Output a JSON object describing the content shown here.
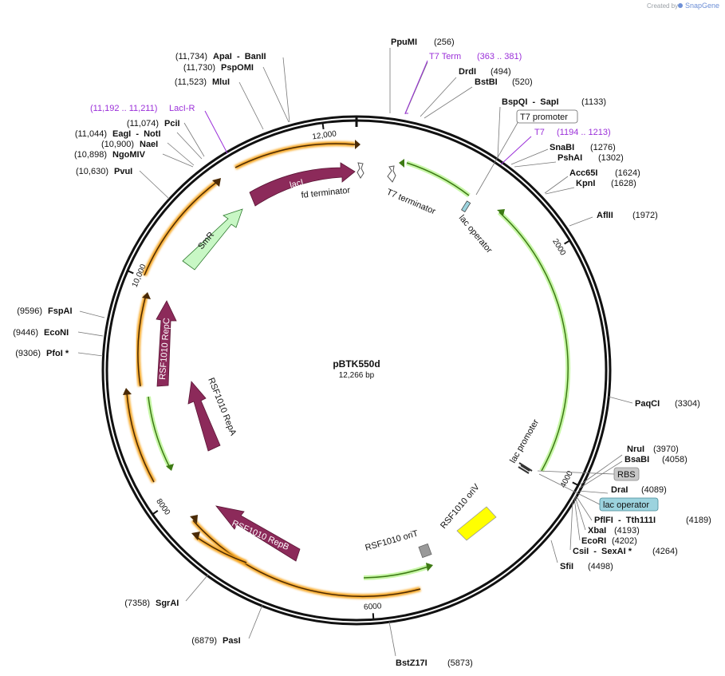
{
  "brand": {
    "created_by": "Created by",
    "app": "SnapGene"
  },
  "plasmid": {
    "name": "pBTK550d",
    "size_label": "12,266 bp",
    "length": 12266
  },
  "colors": {
    "backbone": "#111111",
    "orange": "#f6a623",
    "green": "#5ab022",
    "light_green": "#c8f7c5",
    "maroon": "#8c2a5a",
    "yellow": "#ffff00",
    "gray": "#999999",
    "purple": "#9b30d9",
    "op_blue": "#9cd3de"
  },
  "ticks": [
    {
      "label": "2000",
      "pos": 2000
    },
    {
      "label": "4000",
      "pos": 4000
    },
    {
      "label": "6000",
      "pos": 6000
    },
    {
      "label": "8000",
      "pos": 8000
    },
    {
      "label": "10,000",
      "pos": 10000
    },
    {
      "label": "12,000",
      "pos": 12000
    }
  ],
  "sites": [
    {
      "name": "PpuMI",
      "num": "(256)"
    },
    {
      "name": "DrdI",
      "num": "(494)"
    },
    {
      "name": "BstBI",
      "num": "(520)"
    },
    {
      "name": "BspQI  -  SapI",
      "num": "(1133)"
    },
    {
      "name": "SnaBI",
      "num": "(1276)"
    },
    {
      "name": "PshAI",
      "num": "(1302)"
    },
    {
      "name": "Acc65I",
      "num": "(1624)"
    },
    {
      "name": "KpnI",
      "num": "(1628)"
    },
    {
      "name": "AflII",
      "num": "(1972)"
    },
    {
      "name": "PaqCI",
      "num": "(3304)"
    },
    {
      "name": "NruI",
      "num": "(3970)"
    },
    {
      "name": "BsaBI",
      "num": "(4058)"
    },
    {
      "name": "DraI",
      "num": "(4089)"
    },
    {
      "name": "PflFI  -  Tth111I",
      "num": "(4189)"
    },
    {
      "name": "XbaI",
      "num": "(4193)"
    },
    {
      "name": "EcoRI",
      "num": "(4202)"
    },
    {
      "name": "CsiI  -  SexAI *",
      "num": "(4264)"
    },
    {
      "name": "SfiI",
      "num": "(4498)"
    },
    {
      "name": "BstZ17I",
      "num": "(5873)"
    },
    {
      "name": "PasI",
      "num": "(6879)"
    },
    {
      "name": "SgrAI",
      "num": "(7358)"
    },
    {
      "name": "PfoI *",
      "num": "(9306)"
    },
    {
      "name": "EcoNI",
      "num": "(9446)"
    },
    {
      "name": "FspAI",
      "num": "(9596)"
    },
    {
      "name": "PvuI",
      "num": "(10,630)"
    },
    {
      "name": "NgoMIV",
      "num": "(10,898)"
    },
    {
      "name": "NaeI",
      "num": "(10,900)"
    },
    {
      "name": "EagI  -  NotI",
      "num": "(11,044)"
    },
    {
      "name": "PciI",
      "num": "(11,074)"
    },
    {
      "name": "MluI",
      "num": "(11,523)"
    },
    {
      "name": "PspOMI",
      "num": "(11,730)"
    },
    {
      "name": "ApaI  -  BanII",
      "num": "(11,734)"
    }
  ],
  "primer_features": [
    {
      "name": "T7 Term",
      "range": "(363 .. 381)"
    },
    {
      "name": "T7",
      "range": "(1194 .. 1213)"
    },
    {
      "name": "LacI-R",
      "range": "(11,192 .. 11,211)"
    }
  ],
  "boxed_labels": {
    "t7_promoter": "T7 promoter",
    "rbs": "RBS",
    "lac_operator": "lac operator"
  },
  "features": {
    "lacI": "lacI",
    "fd_terminator": "fd terminator",
    "t7_terminator": "T7 terminator",
    "lac_operator": "lac operator",
    "lac_promoter": "lac promoter",
    "smr": "SmR",
    "repc": "RSF1010 RepC",
    "repa": "RSF1010 RepA",
    "repb": "RSF1010 RepB",
    "oriv": "RSF1010 oriV",
    "orit": "RSF1010 oriT"
  }
}
